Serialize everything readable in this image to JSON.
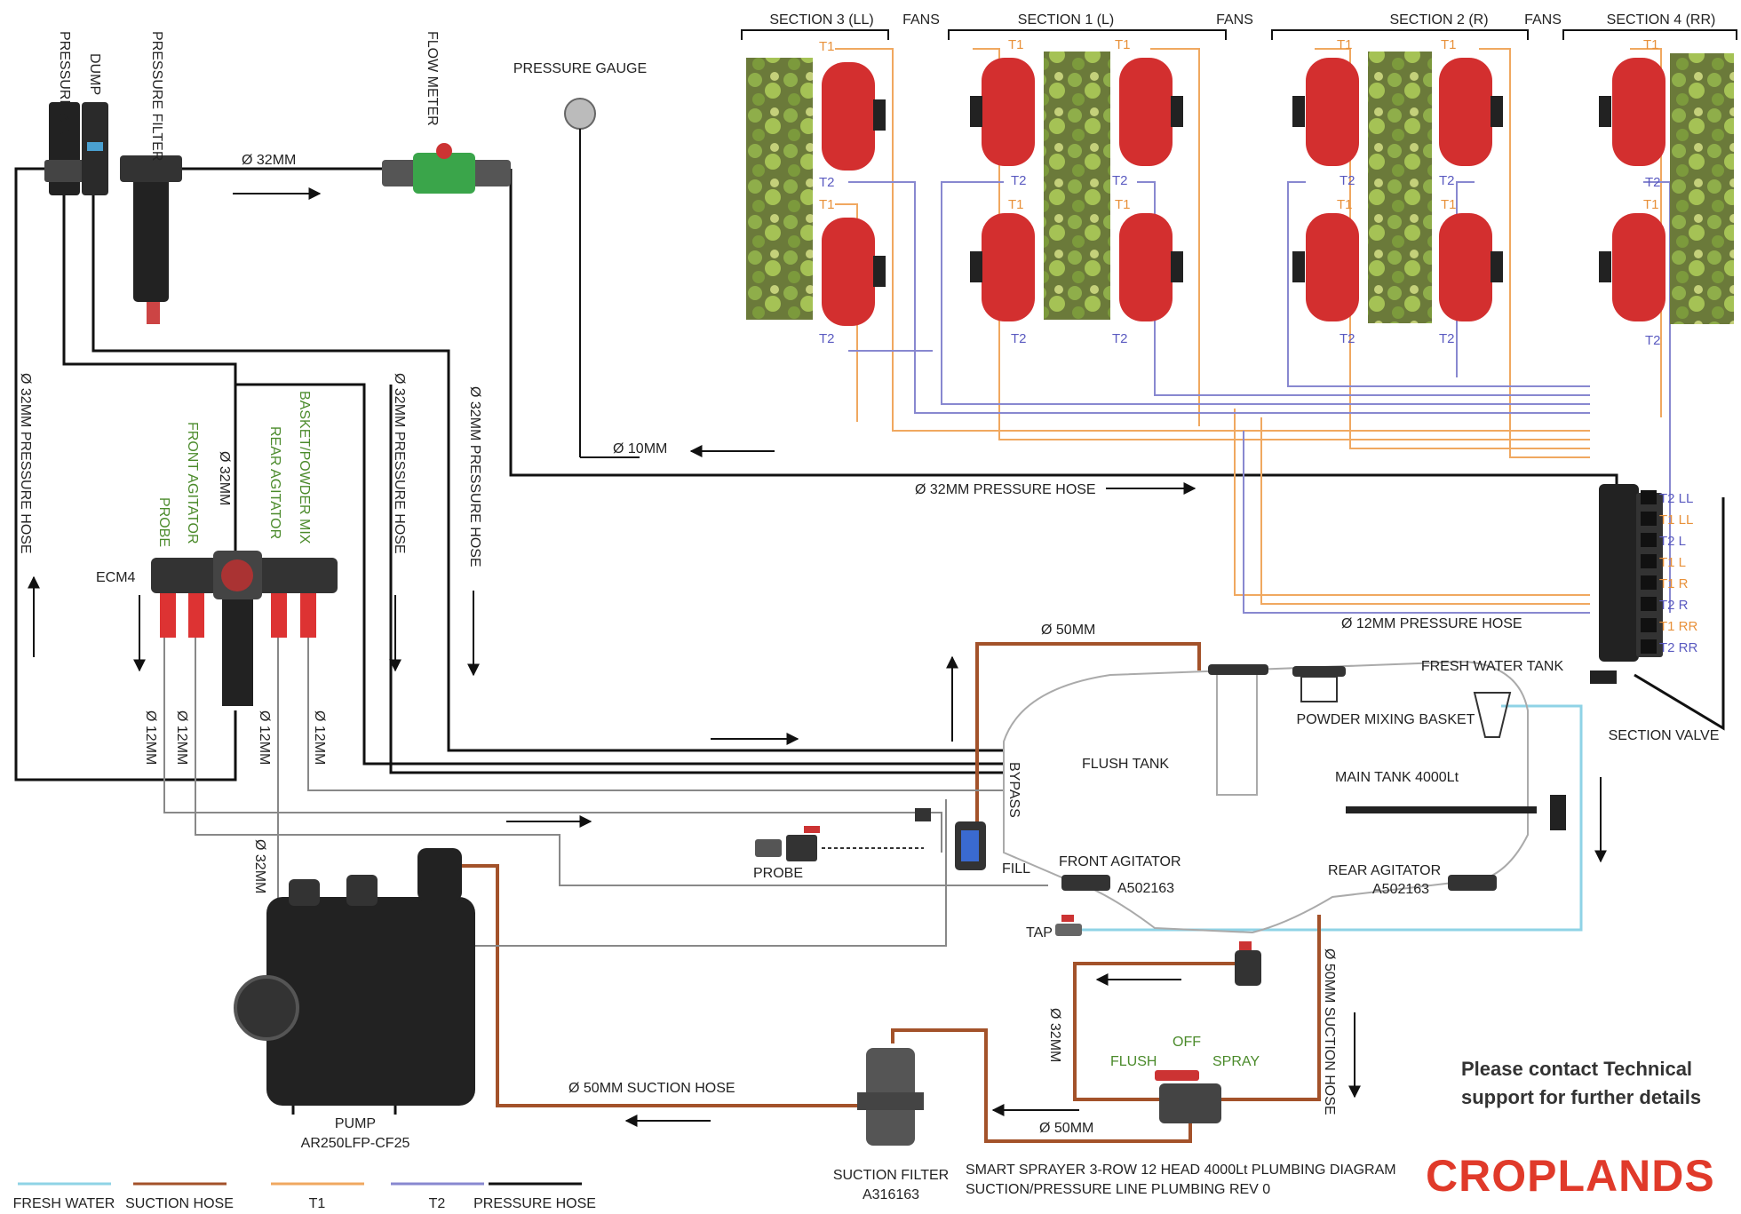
{
  "colors": {
    "fresh_water": "#8fd3e6",
    "suction": "#a3522a",
    "t1": "#f0a860",
    "t2": "#8888d0",
    "pressure": "#111111",
    "fan_red": "#d32f2f",
    "brand_red": "#e03a2a",
    "agitator_green": "#4a8a2a"
  },
  "components": {
    "pressure_adj": "PRESSURE ADJ.",
    "dump": "DUMP",
    "pressure_filter": "PRESSURE FILTER",
    "flow_meter": "FLOW METER",
    "pressure_gauge": "PRESSURE GAUGE",
    "ecm4": "ECM4",
    "probe_valve": "PROBE",
    "front_agitator_valve": "FRONT AGITATOR",
    "rear_agitator_valve": "REAR AGITATOR",
    "basket_valve": "BASKET/POWDER MIX",
    "pump": "PUMP",
    "pump_model": "AR250LFP-CF25",
    "suction_filter": "SUCTION FILTER",
    "suction_filter_part": "A316163",
    "probe": "PROBE",
    "fill": "FILL",
    "bypass": "BYPASS",
    "flush_tank": "FLUSH TANK",
    "powder_basket": "POWDER MIXING BASKET",
    "main_tank": "MAIN TANK 4000Lt",
    "fresh_water_tank": "FRESH WATER TANK",
    "front_agitator": "FRONT AGITATOR",
    "front_agitator_part": "A502163",
    "rear_agitator": "REAR AGITATOR",
    "rear_agitator_part": "A502163",
    "tap": "TAP",
    "section_valve": "SECTION VALVE",
    "flush": "FLUSH",
    "off": "OFF",
    "spray": "SPRAY"
  },
  "hoses": {
    "d32_top": "Ø 32MM",
    "d32_left": "Ø 32MM PRESSURE HOSE",
    "d32_mid1": "Ø 32MM PRESSURE HOSE",
    "d32_mid2": "Ø 32MM PRESSURE HOSE",
    "d32_ecm": "Ø 32MM",
    "d10": "Ø 10MM",
    "d32_long": "Ø 32MM PRESSURE HOSE",
    "d12_hose": "Ø 12MM PRESSURE HOSE",
    "d50_top": "Ø 50MM",
    "d12_a": "Ø 12MM",
    "d12_b": "Ø 12MM",
    "d12_c": "Ø 12MM",
    "d12_d": "Ø 12MM",
    "d32_pump": "Ø 32MM",
    "d50_suction": "Ø 50MM SUCTION HOSE",
    "d32_flush": "Ø 32MM",
    "d50_bottom": "Ø 50MM",
    "d50_suction_v": "Ø 50MM SUCTION HOSE"
  },
  "sections": [
    {
      "label": "SECTION 3 (LL)"
    },
    {
      "label": "SECTION 1 (L)"
    },
    {
      "label": "SECTION 2 (R)"
    },
    {
      "label": "SECTION 4 (RR)"
    }
  ],
  "fans_label": "FANS",
  "t1": "T1",
  "t2": "T2",
  "section_outlets": [
    {
      "label": "T2 LL",
      "type": "t2"
    },
    {
      "label": "T1 LL",
      "type": "t1"
    },
    {
      "label": "T2 L",
      "type": "t2"
    },
    {
      "label": "T1 L",
      "type": "t1"
    },
    {
      "label": "T1 R",
      "type": "t1"
    },
    {
      "label": "T2 R",
      "type": "t2"
    },
    {
      "label": "T1 RR",
      "type": "t1"
    },
    {
      "label": "T2 RR",
      "type": "t2"
    }
  ],
  "legend": [
    {
      "label": "FRESH WATER",
      "color": "#8fd3e6"
    },
    {
      "label": "SUCTION HOSE",
      "color": "#a3522a"
    },
    {
      "label": "T1",
      "color": "#f0a860"
    },
    {
      "label": "T2",
      "color": "#8888d0"
    },
    {
      "label": "PRESSURE  HOSE",
      "color": "#111111"
    }
  ],
  "title_line1": "SMART SPRAYER 3-ROW 12 HEAD 4000Lt PLUMBING DIAGRAM",
  "title_line2": "SUCTION/PRESSURE LINE PLUMBING  REV 0",
  "contact_line1": "Please contact Technical",
  "contact_line2": "support for further details",
  "brand": "CROPLANDS"
}
